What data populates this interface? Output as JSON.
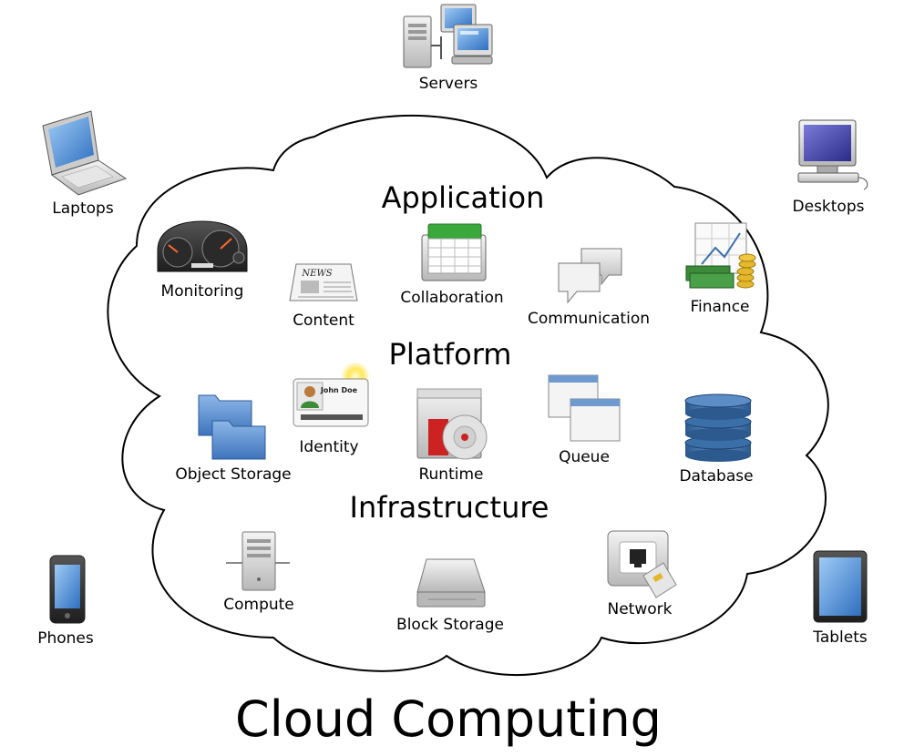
{
  "title": "Cloud Computing",
  "layers": {
    "application": "Application",
    "platform": "Platform",
    "infrastructure": "Infrastructure"
  },
  "clients": {
    "servers": "Servers",
    "laptops": "Laptops",
    "desktops": "Desktops",
    "phones": "Phones",
    "tablets": "Tablets"
  },
  "application_items": {
    "monitoring": "Monitoring",
    "content": "Content",
    "collaboration": "Collaboration",
    "communication": "Communication",
    "finance": "Finance"
  },
  "platform_items": {
    "object_storage": "Object Storage",
    "identity": "Identity",
    "runtime": "Runtime",
    "queue": "Queue",
    "database": "Database"
  },
  "infrastructure_items": {
    "compute": "Compute",
    "block_storage": "Block Storage",
    "network": "Network"
  },
  "icon_text": {
    "news": "NEWS",
    "badge_name": "John Doe"
  },
  "icons": [
    "servers-icon",
    "laptop-icon",
    "desktop-icon",
    "phone-icon",
    "tablet-icon",
    "dashboard-icon",
    "newspaper-icon",
    "calendar-icon",
    "speech-bubbles-icon",
    "finance-chart-icon",
    "folder-icon",
    "id-card-icon",
    "runtime-cd-icon",
    "window-queue-icon",
    "database-icon",
    "server-tower-icon",
    "hard-disk-icon",
    "network-socket-icon"
  ],
  "colors": {
    "cloud_stroke": "#000000",
    "screen_blue": "#4a8fd8",
    "folder_blue": "#5b8fd1",
    "database_blue": "#3b6fa8",
    "money_green": "#3c8a3a",
    "coin_gold": "#e5b72b",
    "calendar_green": "#3aa83a",
    "runtime_red": "#cc2222"
  }
}
